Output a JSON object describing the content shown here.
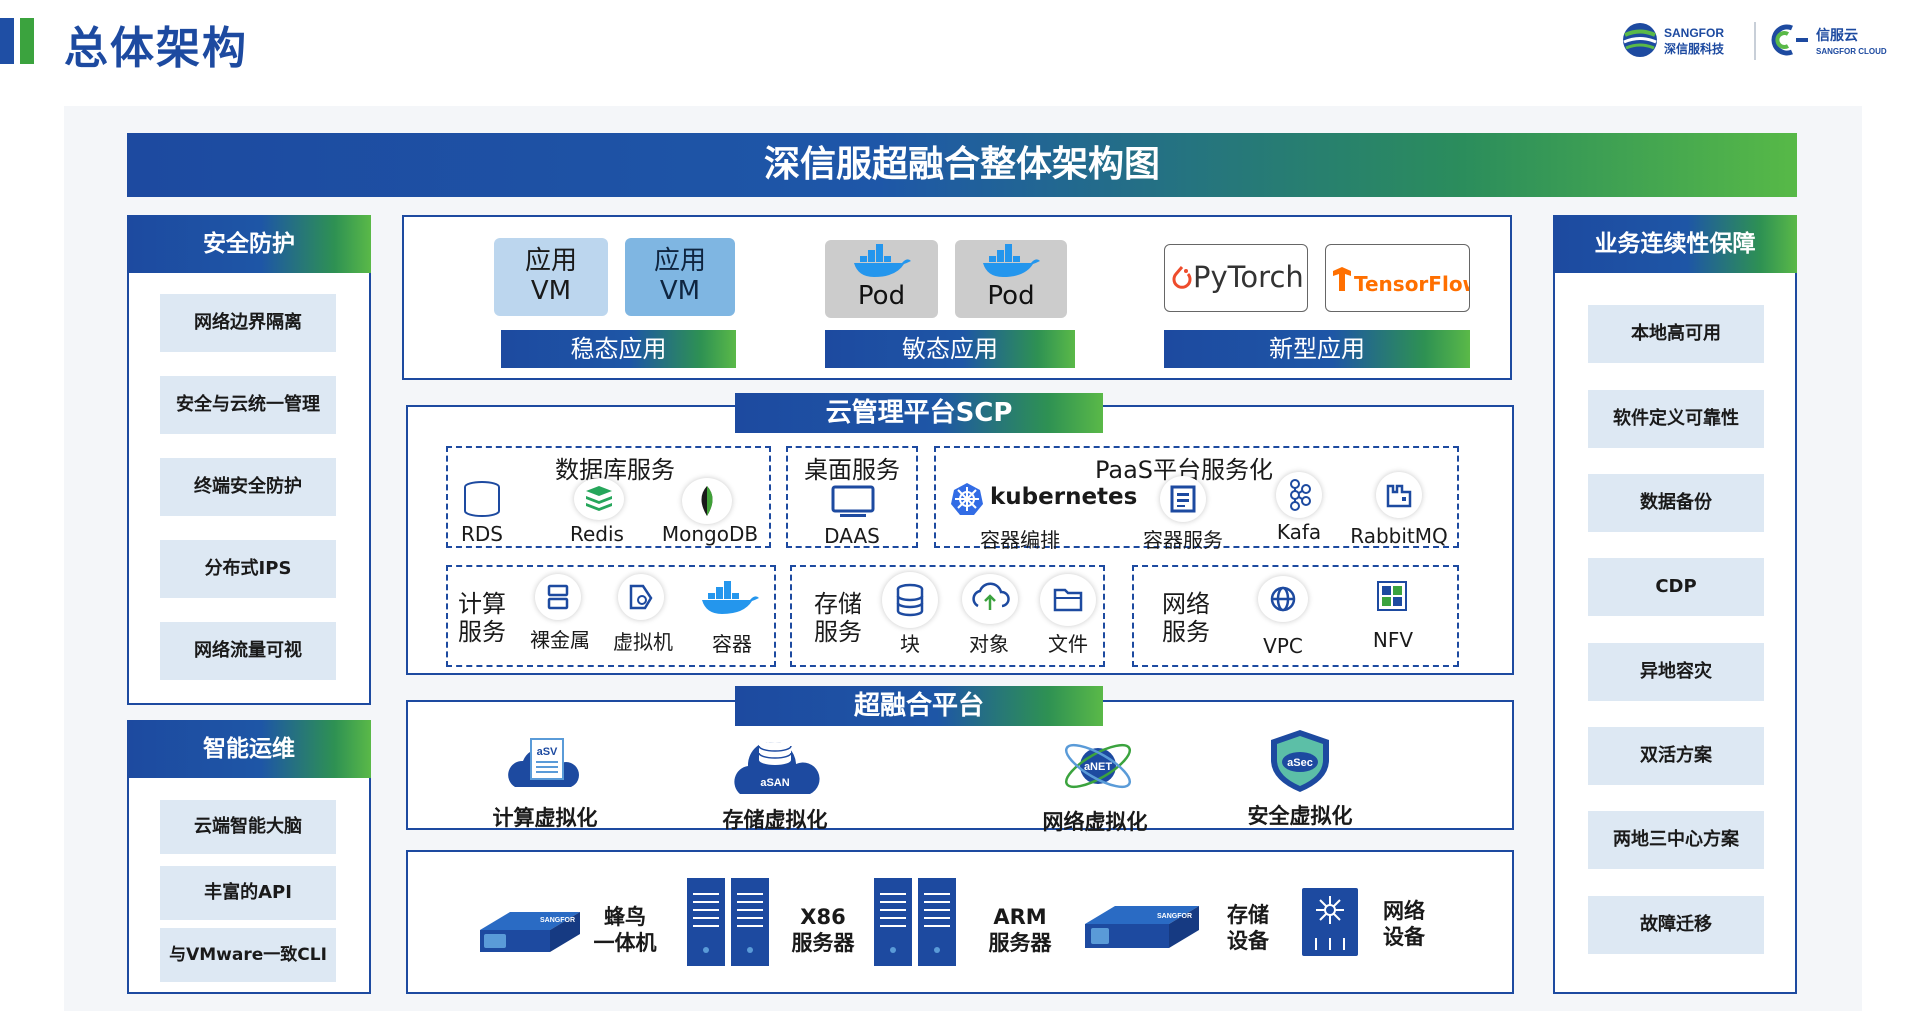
{
  "header": {
    "title": "总体架构",
    "logo_sangfor_en": "SANGFOR",
    "logo_sangfor_cn": "深信服科技",
    "logo_cloud_cn": "信服云",
    "logo_cloud_en": "SANGFOR CLOUD"
  },
  "banner": "深信服超融合整体架构图",
  "left": {
    "security": {
      "title": "安全防护",
      "items": [
        "网络边界隔离",
        "安全与云统一管理",
        "终端安全防护",
        "分布式IPS",
        "网络流量可视"
      ]
    },
    "ops": {
      "title": "智能运维",
      "items": [
        "云端智能大脑",
        "丰富的API",
        "与VMware一致CLI"
      ]
    }
  },
  "right": {
    "title": "业务连续性保障",
    "items": [
      "本地高可用",
      "软件定义可靠性",
      "数据备份",
      "CDP",
      "异地容灾",
      "双活方案",
      "两地三中心方案",
      "故障迁移"
    ]
  },
  "apps": {
    "stable": {
      "label": "稳态应用",
      "box1": {
        "l1": "应用",
        "l2": "VM"
      },
      "box2": {
        "l1": "应用",
        "l2": "VM"
      }
    },
    "agile": {
      "label": "敏态应用",
      "pod1": "Pod",
      "pod2": "Pod"
    },
    "new": {
      "label": "新型应用",
      "pytorch": "PyTorch",
      "tensorflow": "TensorFlow"
    }
  },
  "scp": {
    "title": "云管理平台SCP",
    "db": {
      "title": "数据库服务",
      "items": [
        "RDS",
        "Redis",
        "MongoDB"
      ]
    },
    "desktop": {
      "title": "桌面服务",
      "item": "DAAS"
    },
    "paas": {
      "title": "PaaS平台服务化",
      "k8s": "kubernetes",
      "k8s_sub": "容器编排",
      "items": [
        "容器服务",
        "Kafa",
        "RabbitMQ"
      ]
    },
    "compute": {
      "title_l1": "计算",
      "title_l2": "服务",
      "items": [
        "裸金属",
        "虚拟机",
        "容器"
      ]
    },
    "storage": {
      "title_l1": "存储",
      "title_l2": "服务",
      "items": [
        "块",
        "对象",
        "文件"
      ]
    },
    "network": {
      "title_l1": "网络",
      "title_l2": "服务",
      "items": [
        "VPC",
        "NFV"
      ]
    }
  },
  "hci": {
    "title": "超融合平台",
    "items": [
      {
        "badge": "aSV",
        "label": "计算虚拟化"
      },
      {
        "badge": "aSAN",
        "label": "存储虚拟化"
      },
      {
        "badge": "aNET",
        "label": "网络虚拟化"
      },
      {
        "badge": "aSec",
        "label": "安全虚拟化"
      }
    ]
  },
  "hardware": [
    {
      "l1": "蜂鸟",
      "l2": "一体机"
    },
    {
      "l1": "X86",
      "l2": "服务器"
    },
    {
      "l1": "ARM",
      "l2": "服务器"
    },
    {
      "l1": "存储",
      "l2": "设备"
    },
    {
      "l1": "网络",
      "l2": "设备"
    }
  ],
  "hardware_brand": "SANGFOR",
  "colors": {
    "blue": "#1d4aa0",
    "green": "#5ab948",
    "panel_item": "#dde8f3"
  }
}
